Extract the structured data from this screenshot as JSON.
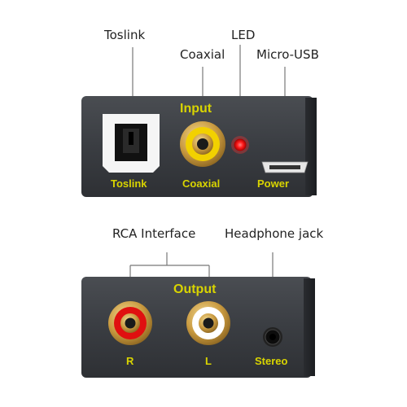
{
  "callouts": {
    "toslink": "Toslink",
    "coaxial": "Coaxial",
    "led": "LED",
    "micro_usb": "Micro-USB",
    "rca_interface": "RCA Interface",
    "headphone_jack": "Headphone jack"
  },
  "input_panel": {
    "title": "Input",
    "labels": {
      "toslink": "Toslink",
      "coaxial": "Coaxial",
      "power": "Power"
    }
  },
  "output_panel": {
    "title": "Output",
    "labels": {
      "right": "R",
      "left": "L",
      "stereo": "Stereo"
    }
  },
  "colors": {
    "panel": "#3a3d42",
    "label_text": "#d9d400",
    "led": "#ff1a1a",
    "coaxial_ring": "#f2d100",
    "rca_right": "#e01010",
    "rca_left": "#ffffff",
    "gold": "#caa24a"
  }
}
